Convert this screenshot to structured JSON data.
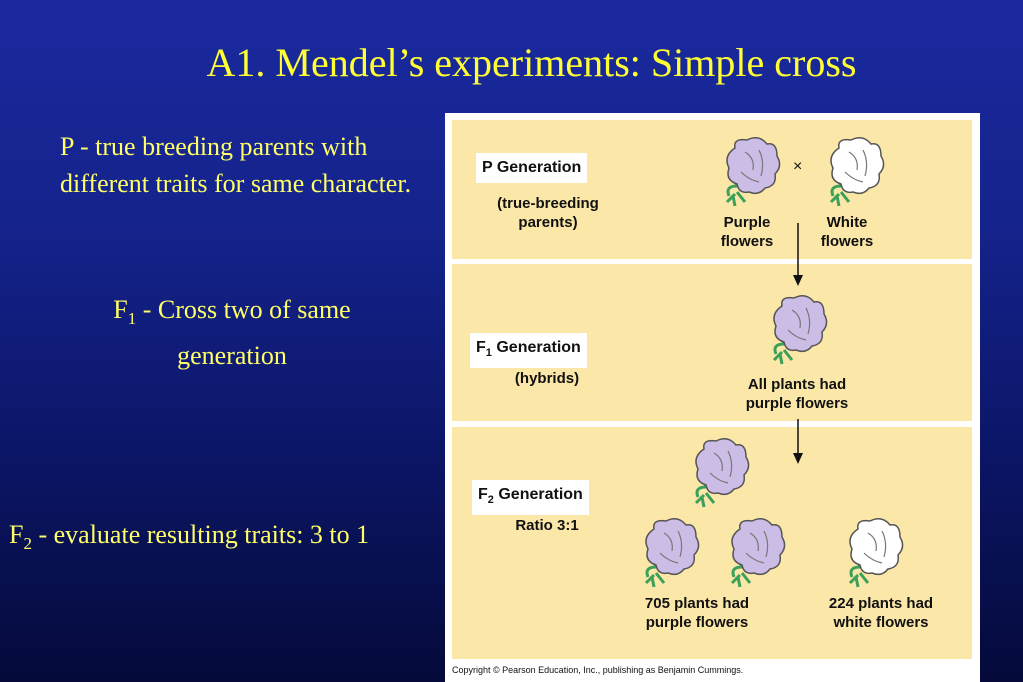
{
  "slide": {
    "title": "A1. Mendel’s experiments: Simple cross",
    "p_text": "P - true breeding parents with different traits for same character.",
    "f1_prefix": "F",
    "f1_sub": "1",
    "f1_text": " - Cross two of same generation",
    "f2_prefix": "F",
    "f2_sub": "2",
    "f2_text": " - evaluate resulting traits: 3 to 1"
  },
  "figure": {
    "p_label": "P Generation",
    "p_sublabel": "(true-breeding parents)",
    "cross_symbol": "×",
    "purple_caption": "Purple flowers",
    "white_caption": "White flowers",
    "f1_label_prefix": "F",
    "f1_label_sub": "1",
    "f1_label_suffix": " Generation",
    "f1_sublabel": "(hybrids)",
    "f1_caption": "All plants had purple flowers",
    "f2_label_prefix": "F",
    "f2_label_sub": "2",
    "f2_label_suffix": " Generation",
    "f2_sublabel": "Ratio 3:1",
    "f2_purple_caption": "705 plants had purple flowers",
    "f2_white_caption": "224 plants had white flowers",
    "copyright": "Copyright © Pearson Education, Inc., publishing as Benjamin Cummings."
  },
  "colors": {
    "purple_flower": "#cbbde6",
    "white_flower": "#ffffff",
    "leaf": "#3aa05a",
    "panel": "#fbe7a8"
  }
}
